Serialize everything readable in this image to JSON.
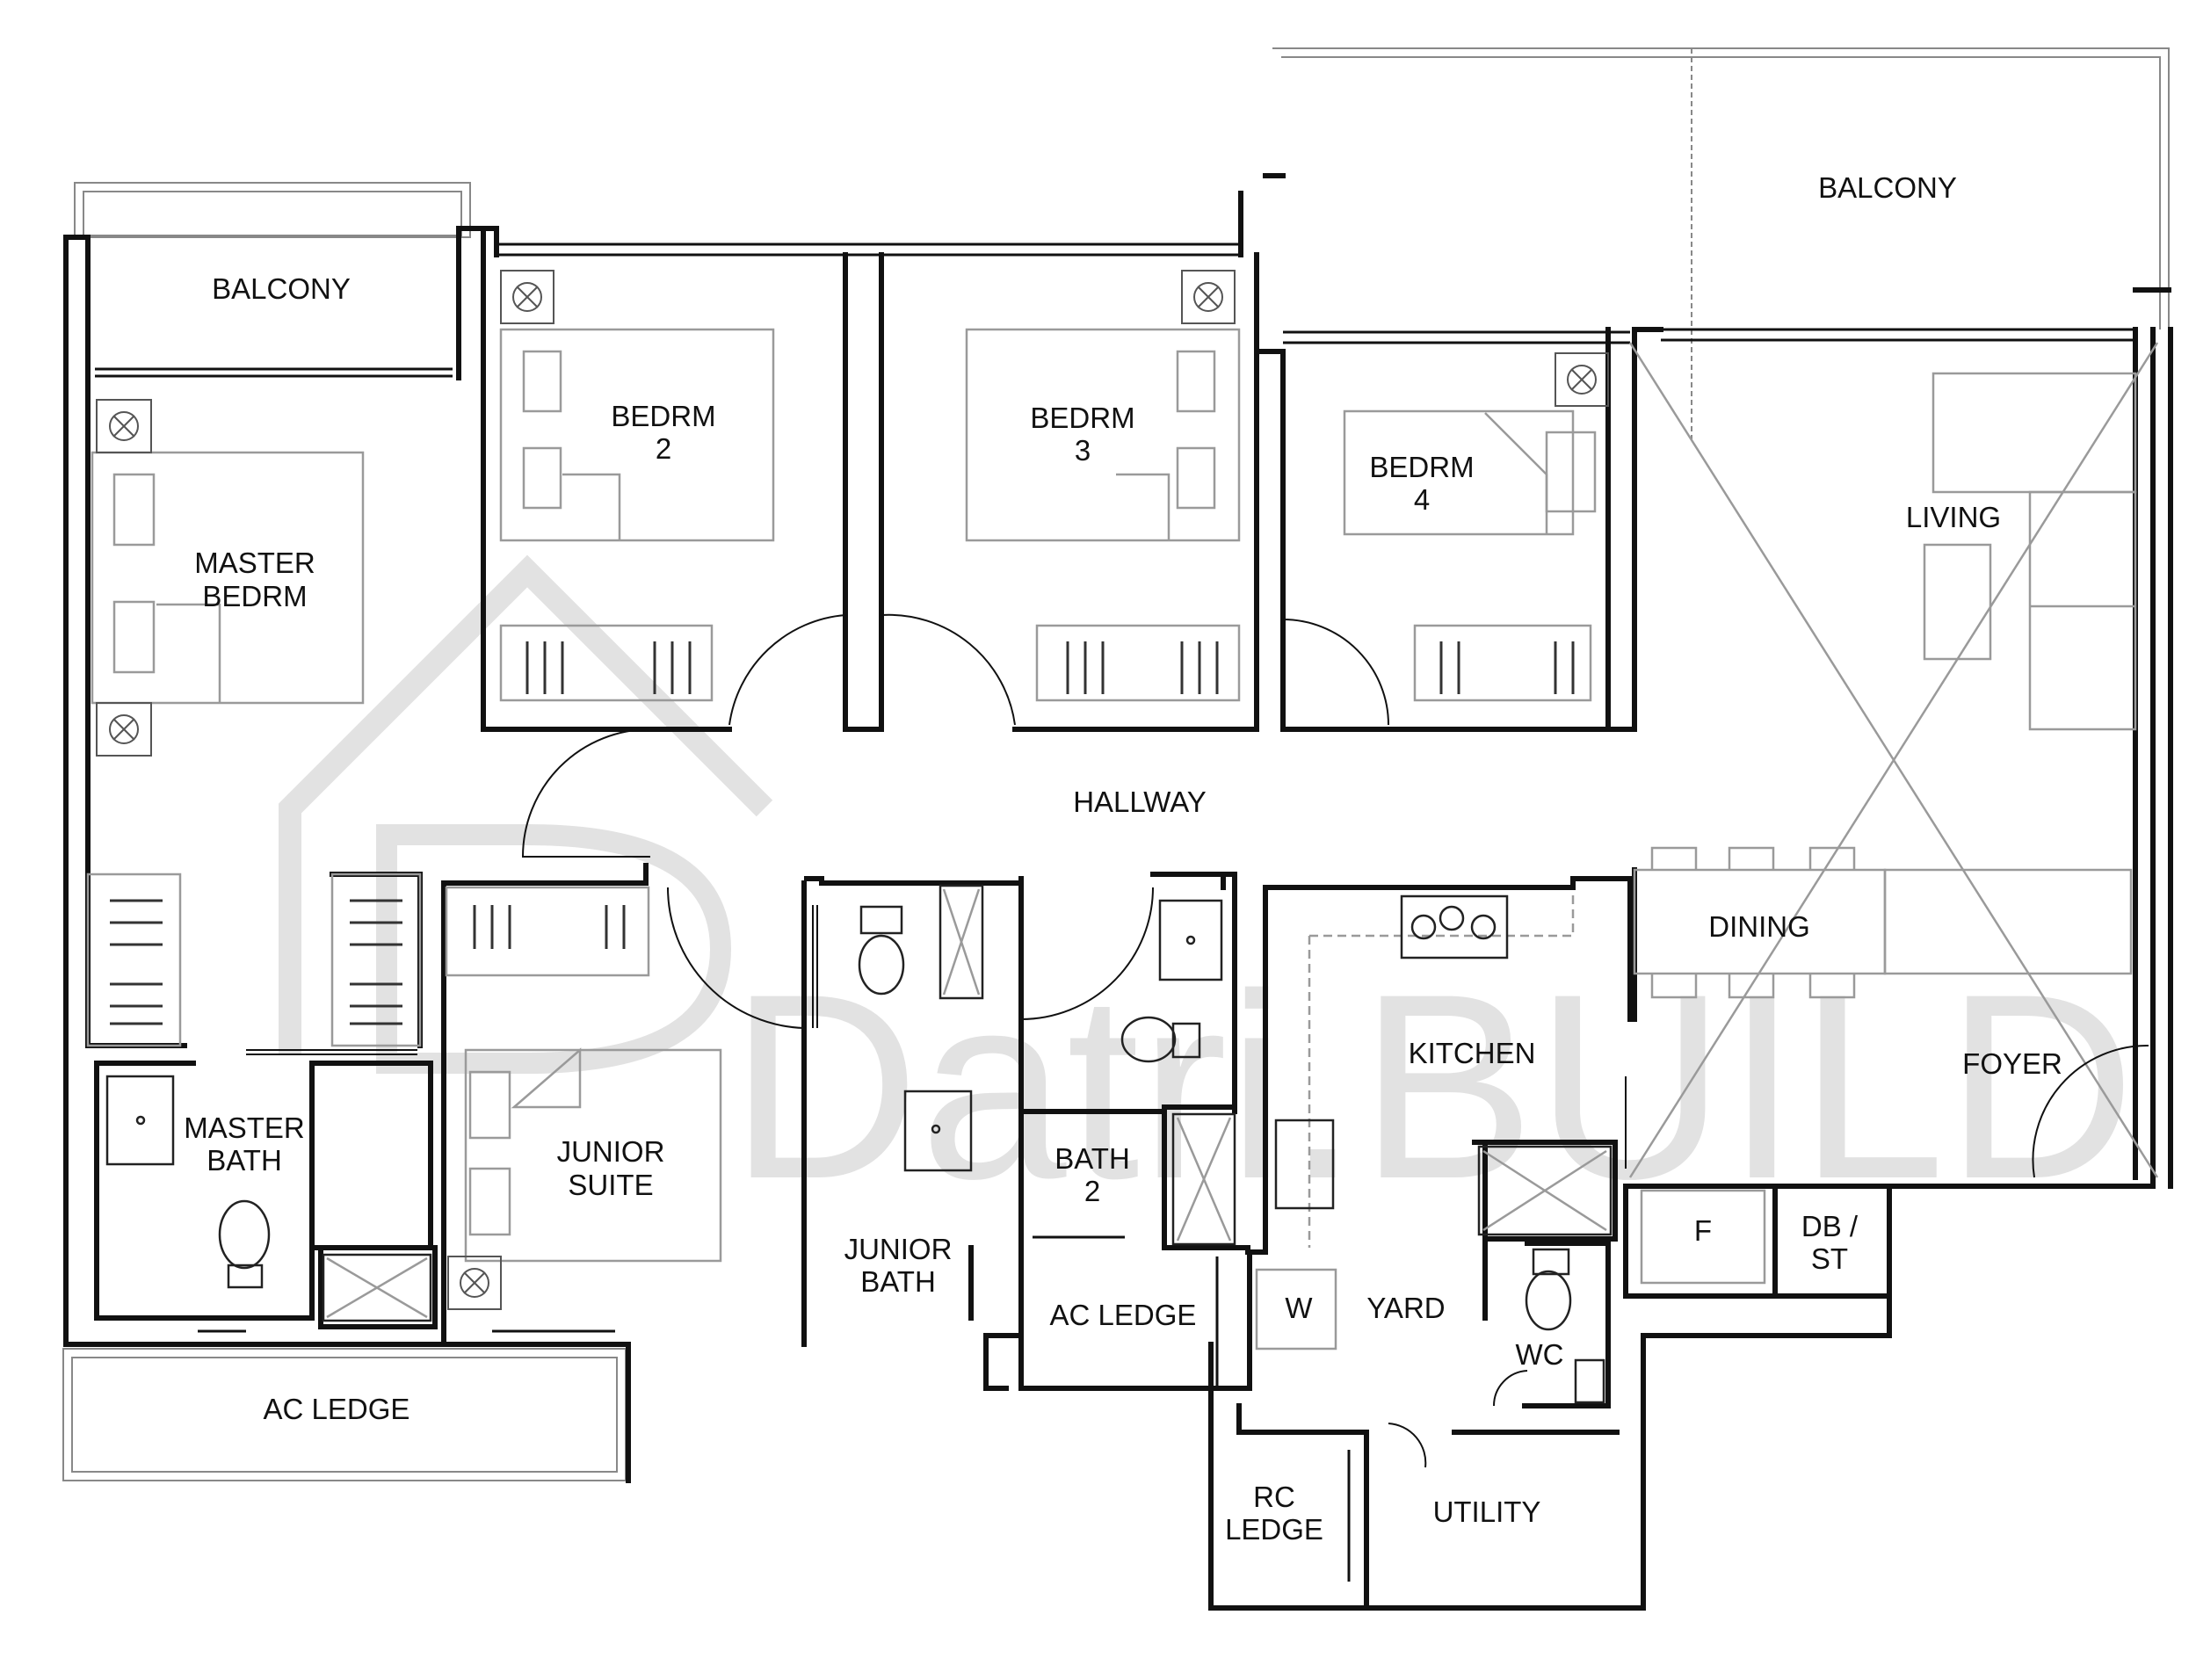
{
  "watermark": {
    "text": "Datri.BUILD"
  },
  "rooms": {
    "balcony_left": "BALCONY",
    "balcony_right": "BALCONY",
    "bedrm2": [
      "BEDRM",
      "2"
    ],
    "bedrm3": [
      "BEDRM",
      "3"
    ],
    "bedrm4": [
      "BEDRM",
      "4"
    ],
    "master_bedrm": [
      "MASTER",
      "BEDRM"
    ],
    "living": "LIVING",
    "hallway": "HALLWAY",
    "dining": "DINING",
    "kitchen": "KITCHEN",
    "foyer": "FOYER",
    "master_bath": [
      "MASTER",
      "BATH"
    ],
    "junior_suite": [
      "JUNIOR",
      "SUITE"
    ],
    "junior_bath": [
      "JUNIOR",
      "BATH"
    ],
    "bath2": [
      "BATH",
      "2"
    ],
    "ac_ledge_mid": "AC LEDGE",
    "ac_ledge_left": "AC LEDGE",
    "washer": "W",
    "yard": "YARD",
    "wc": "WC",
    "fridge": "F",
    "db_st": [
      "DB /",
      "ST"
    ],
    "rc_ledge": [
      "RC",
      "LEDGE"
    ],
    "utility": "UTILITY"
  }
}
